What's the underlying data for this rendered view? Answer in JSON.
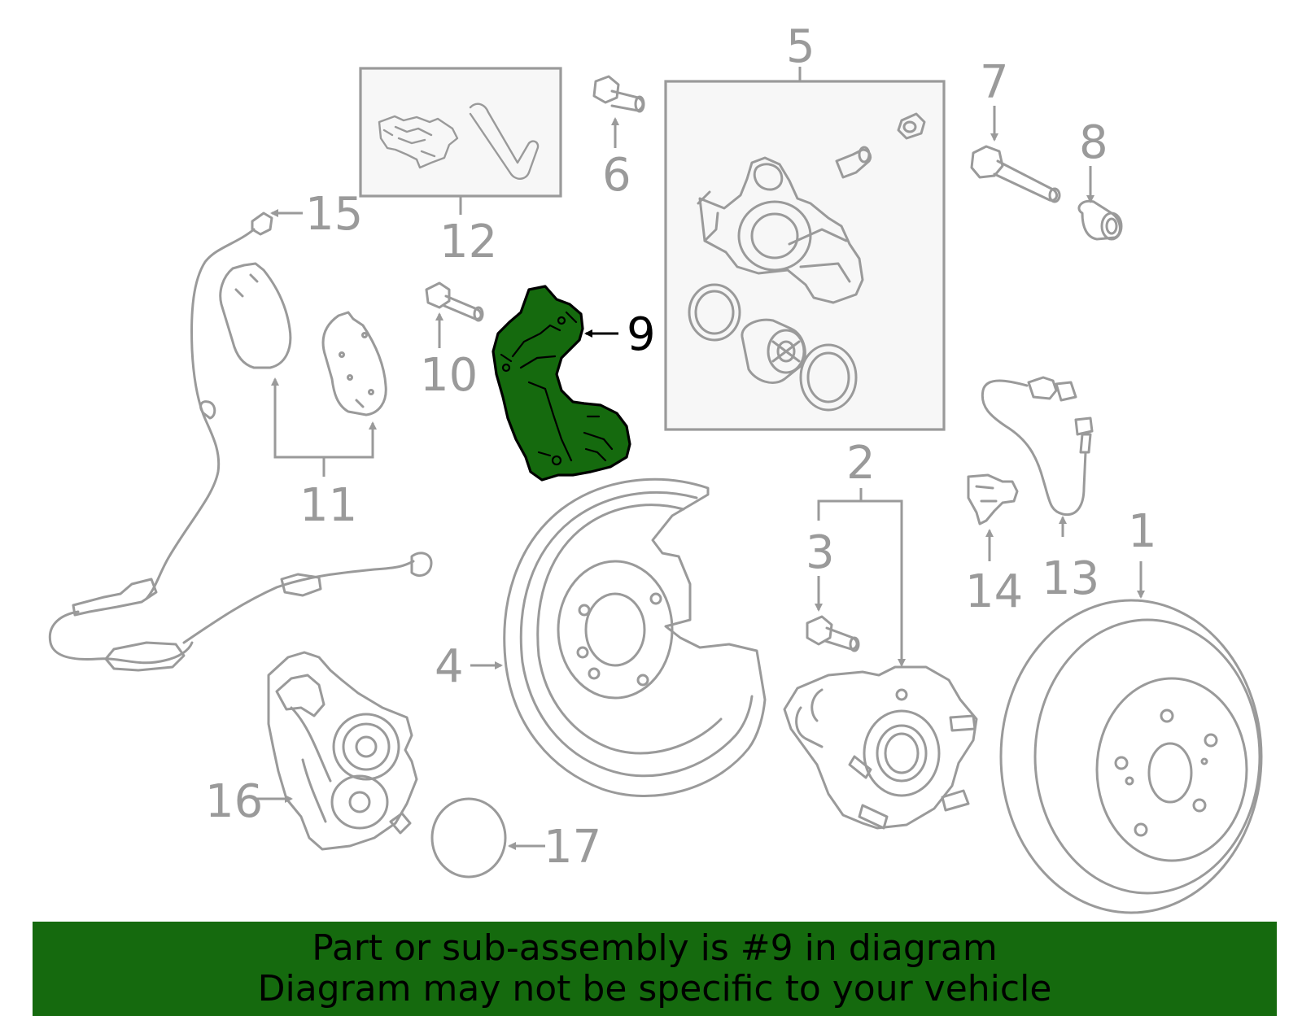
{
  "callouts": {
    "c1": "1",
    "c2": "2",
    "c3": "3",
    "c4": "4",
    "c5": "5",
    "c6": "6",
    "c7": "7",
    "c8": "8",
    "c9": "9",
    "c10": "10",
    "c11": "11",
    "c12": "12",
    "c13": "13",
    "c14": "14",
    "c15": "15",
    "c16": "16",
    "c17": "17"
  },
  "highlight": {
    "part_number": "9",
    "fill_color": "#156a0e"
  },
  "banner": {
    "line1": "Part or sub-assembly is #9 in diagram",
    "line2": "Diagram may not be specific to your vehicle",
    "color": "#156a0e"
  },
  "colors": {
    "line_art": "#9a9a9a",
    "background": "#ffffff",
    "kit_box_fill": "#f7f7f7"
  }
}
